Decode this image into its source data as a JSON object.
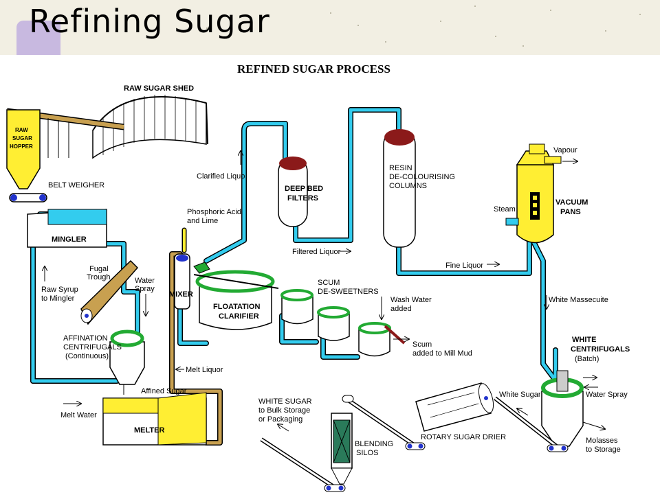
{
  "slide": {
    "title": "Refining Sugar"
  },
  "diagram": {
    "heading": "REFINED SUGAR PROCESS",
    "labels": {
      "raw_sugar_shed": "RAW SUGAR SHED",
      "hopper_1": "RAW",
      "hopper_2": "SUGAR",
      "hopper_3": "HOPPER",
      "belt_weigher": "BELT WEIGHER",
      "mingler": "MINGLER",
      "fugal_1": "Fugal",
      "fugal_2": "Trough",
      "raw_syrup_1": "Raw Syrup",
      "raw_syrup_2": "to Mingler",
      "water_spray_1": "Water",
      "water_spray_2": "Spray",
      "affination_1": "AFFINATION",
      "affination_2": "CENTRIFUGALS",
      "affination_3": "(Continuous)",
      "affined_sugar": "Affined Sugar",
      "melt_water": "Melt Water",
      "melter": "MELTER",
      "melt_liquor": "Melt Liquor",
      "phosphoric_1": "Phosphoric Acid",
      "phosphoric_2": "and Lime",
      "mixer": "MIXER",
      "clarified_liquor": "Clarified Liquo",
      "floatation_1": "FLOATATION",
      "floatation_2": "CLARIFIER",
      "deep_bed_1": "DEEP BED",
      "deep_bed_2": "FILTERS",
      "filtered_liquor": "Filtered Liquor",
      "resin_1": "RESIN",
      "resin_2": "DE-COLOURISING",
      "resin_3": "COLUMNS",
      "fine_liquor": "Fine Liquor",
      "scum_1": "SCUM",
      "scum_2": "DE-SWEETNERS",
      "wash_water_1": "Wash Water",
      "wash_water_2": "added",
      "scum_mud_1": "Scum",
      "scum_mud_2": "added to Mill Mud",
      "vapour": "Vapour",
      "steam": "Steam",
      "vacuum_1": "VACUUM",
      "vacuum_2": "PANS",
      "white_massecuite": "White Massecuite",
      "white_cent_1": "WHITE",
      "white_cent_2": "CENTRIFUGALS",
      "white_cent_3": "(Batch)",
      "water_spray_white": "Water Spray",
      "white_sugar": "White Sugar",
      "molasses_1": "Molasses",
      "molasses_2": "to Storage",
      "rotary_drier": "ROTARY SUGAR DRIER",
      "white_bulk_1": "WHITE SUGAR",
      "white_bulk_2": "to Bulk Storage",
      "white_bulk_3": "or Packaging",
      "blending_1": "BLENDING",
      "blending_2": "SILOS"
    }
  },
  "colors": {
    "pipe": "#33ccee",
    "pipe_outline": "#000000",
    "yellow": "#ffee33",
    "green": "#22aa33",
    "maroon": "#8b1a1a",
    "tan": "#c8a050",
    "blue_roller": "#2233cc",
    "accent_purple": "#c8b9e0"
  }
}
